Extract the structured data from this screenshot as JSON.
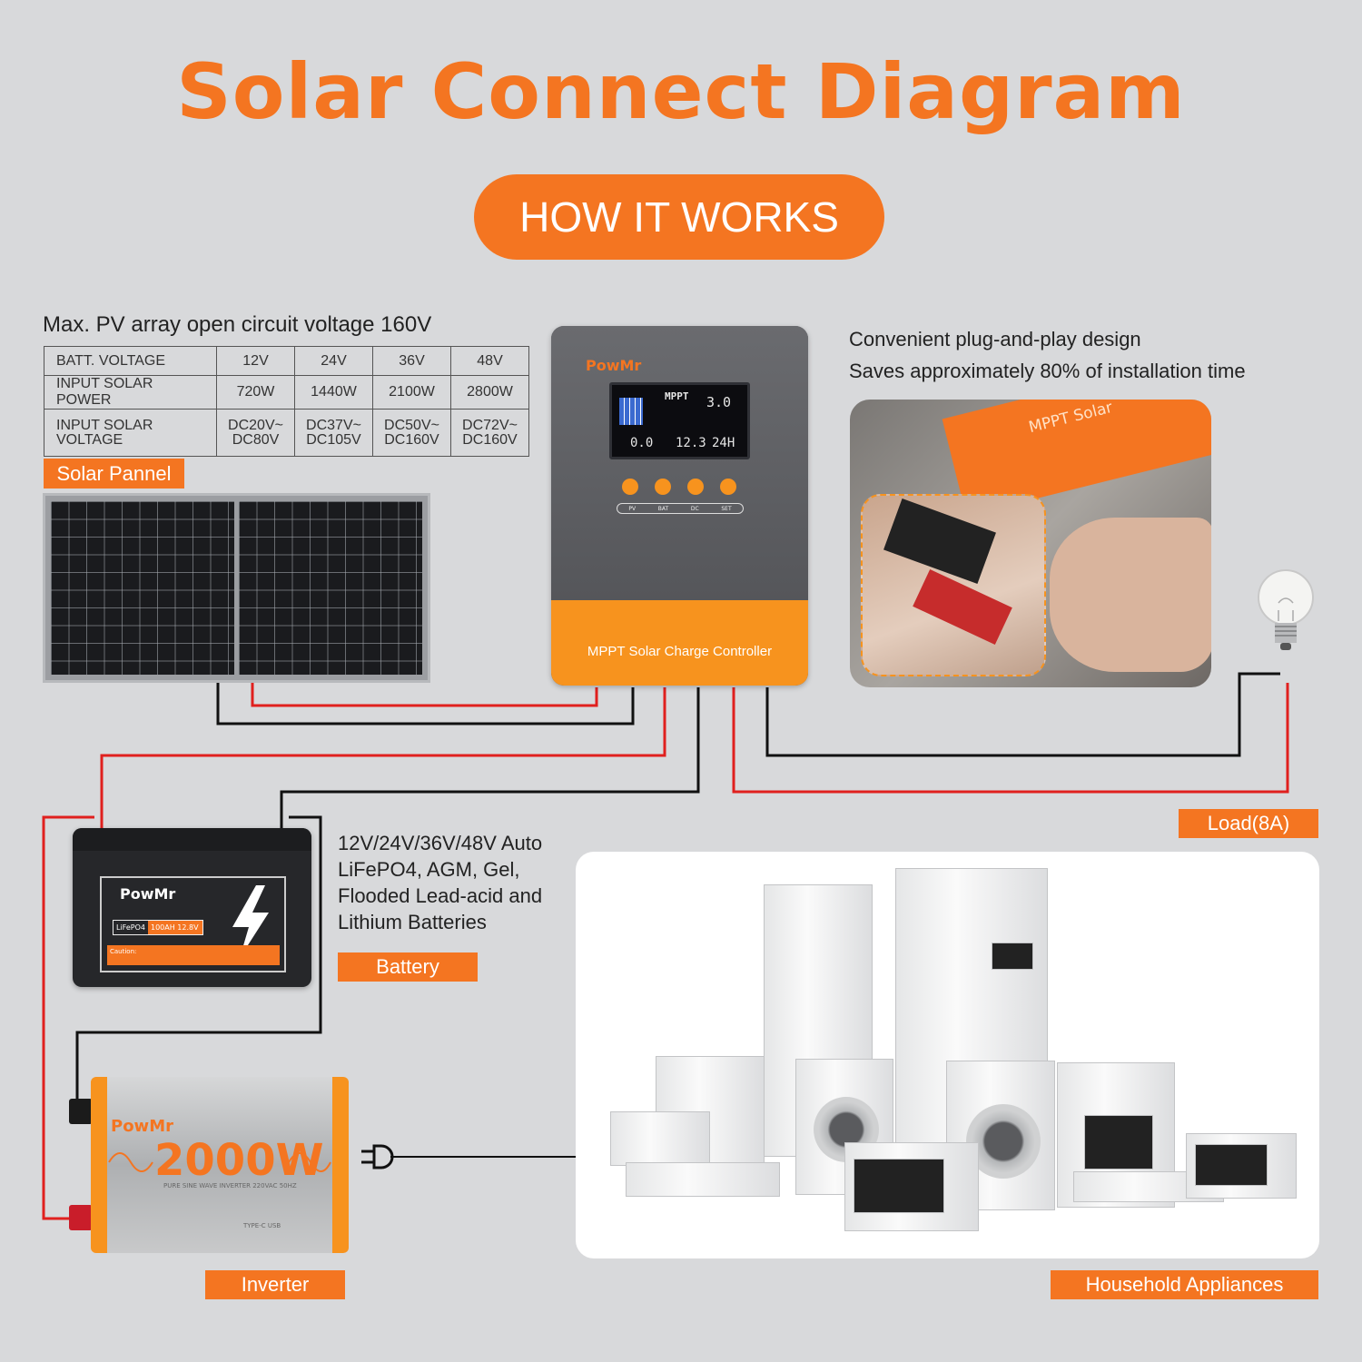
{
  "title": "Solar Connect  Diagram",
  "subtitle_pill": "HOW IT WORKS",
  "max_pv": "Max. PV array open circuit voltage 160V",
  "spec_table": {
    "headers": [
      "BATT. VOLTAGE",
      "12V",
      "24V",
      "36V",
      "48V"
    ],
    "rows": [
      [
        "INPUT SOLAR POWER",
        "720W",
        "1440W",
        "2100W",
        "2800W"
      ],
      [
        "INPUT SOLAR VOLTAGE",
        "DC20V~ DC80V",
        "DC37V~ DC105V",
        "DC50V~ DC160V",
        "DC72V~ DC160V"
      ]
    ]
  },
  "labels": {
    "solar_panel": "Solar Pannel",
    "battery": "Battery",
    "inverter": "Inverter",
    "load": "Load(8A)",
    "household": "Household Appliances"
  },
  "controller": {
    "brand": "PowMr",
    "label": "MPPT Solar Charge Controller",
    "lcd": {
      "mode": "MPPT",
      "load_reading": "3.0",
      "pv_reading": "0.0",
      "battery_reading": "12.3",
      "system_reading": "24H"
    },
    "buttons": [
      "PV",
      "BAT",
      "DC",
      "SET"
    ]
  },
  "plug_play": {
    "line1": "Convenient plug-and-play design",
    "line2": "Saves approximately 80% of installation time",
    "photo_text": "MPPT Solar"
  },
  "battery_info": {
    "line1": "12V/24V/36V/48V Auto",
    "line2": "LiFePO4, AGM, Gel,",
    "line3": "Flooded Lead-acid and",
    "line4": "Lithium Batteries"
  },
  "battery_unit": {
    "brand": "PowMr",
    "chem": "LiFePO4",
    "spec": "100AH 12.8V",
    "caution": "Caution:"
  },
  "inverter_unit": {
    "brand": "PowMr",
    "power": "2000W",
    "desc": "PURE SINE WAVE INVERTER 220VAC 50HZ",
    "ports": "TYPE-C     USB"
  },
  "colors": {
    "accent": "#f47521",
    "background": "#d8d9db",
    "wire_red": "#e0201e",
    "wire_black": "#111111"
  }
}
